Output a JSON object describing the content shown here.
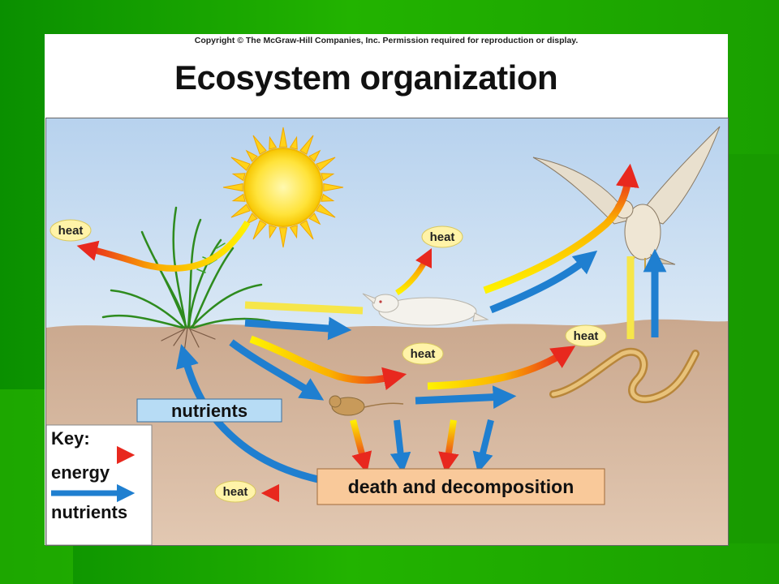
{
  "copyright": "Copyright © The McGraw-Hill Companies, Inc. Permission required for reproduction or display.",
  "title": "Ecosystem organization",
  "heat_label": "heat",
  "nutrients_label": "nutrients",
  "death_label": "death and decomposition",
  "key": {
    "title": "Key:",
    "energy": "energy",
    "nutrients": "nutrients"
  },
  "colors": {
    "sky_top": "#b8d4ef",
    "soil": "#c8a48a",
    "energy_start": "#fff200",
    "energy_end": "#e8281e",
    "nutrients": "#1f7fd0",
    "heat_bubble": "#fff3a8",
    "nutrients_box": "#b7dcf5",
    "death_box": "#f9c99a"
  }
}
